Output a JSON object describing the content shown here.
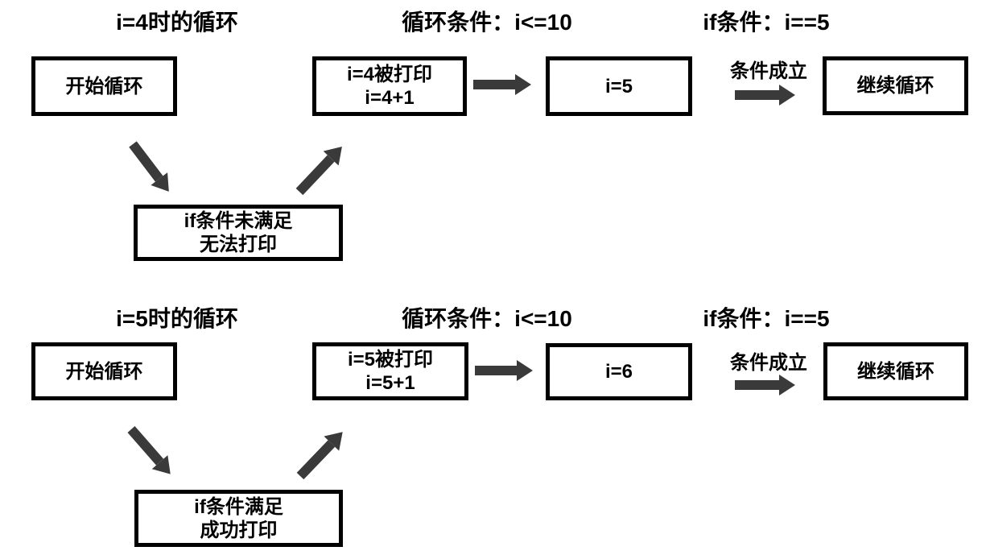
{
  "colors": {
    "background": "#ffffff",
    "box_border": "#000000",
    "text": "#000000",
    "arrow": "#3a3a3a"
  },
  "diagrams": [
    {
      "heading_loop": "i=4时的循环",
      "heading_condition": "循环条件：i<=10",
      "heading_if": "if条件：i==5",
      "nodes": {
        "start": "开始循环",
        "print_line1": "i=4被打印",
        "print_line2": "i=4+1",
        "result": "i=5",
        "continue": "继续循环",
        "if_line1": "if条件未满足",
        "if_line2": "无法打印"
      },
      "arrow_label": "条件成立"
    },
    {
      "heading_loop": "i=5时的循环",
      "heading_condition": "循环条件：i<=10",
      "heading_if": "if条件：i==5",
      "nodes": {
        "start": "开始循环",
        "print_line1": "i=5被打印",
        "print_line2": "i=5+1",
        "result": "i=6",
        "continue": "继续循环",
        "if_line1": "if条件满足",
        "if_line2": "成功打印"
      },
      "arrow_label": "条件成立"
    }
  ]
}
